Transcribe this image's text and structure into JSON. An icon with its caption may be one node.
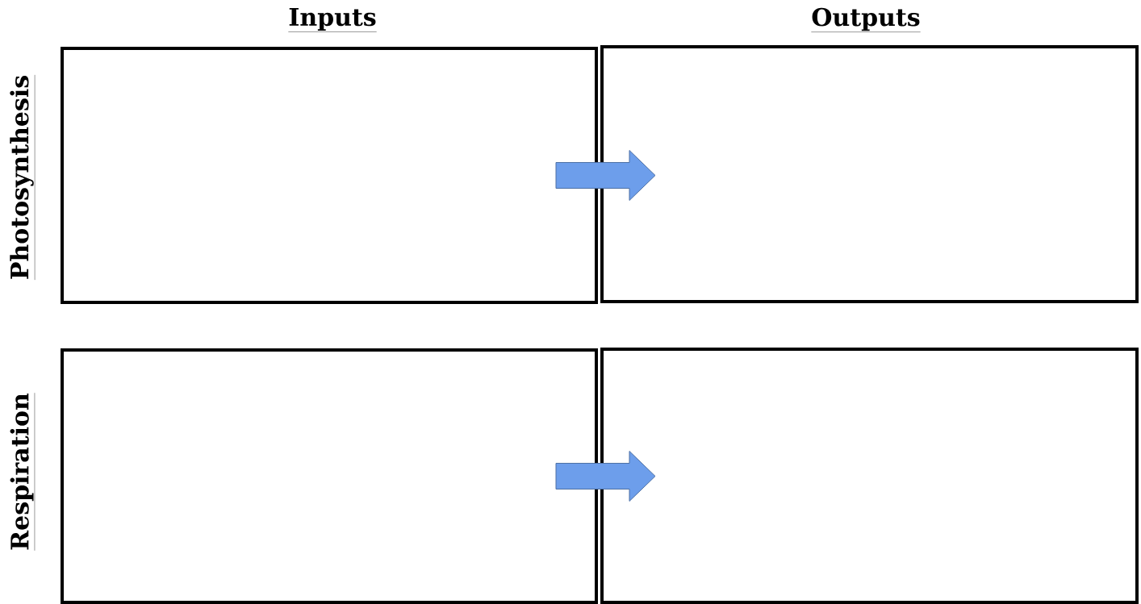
{
  "diagram": {
    "nodes": [
      {
        "text": [],
        "shape": "box"
      },
      {
        "text": [],
        "shape": "box"
      },
      {
        "text": [],
        "shape": "box"
      },
      {
        "text": [],
        "shape": "box"
      }
    ],
    "edges": [
      {
        "from": 0,
        "to": 1,
        "arrow": "to"
      },
      {
        "from": 2,
        "to": 3,
        "arrow": "to"
      }
    ],
    "labels": [
      "Inputs",
      "Outputs",
      "Photosynthesis",
      "Respiration"
    ]
  }
}
